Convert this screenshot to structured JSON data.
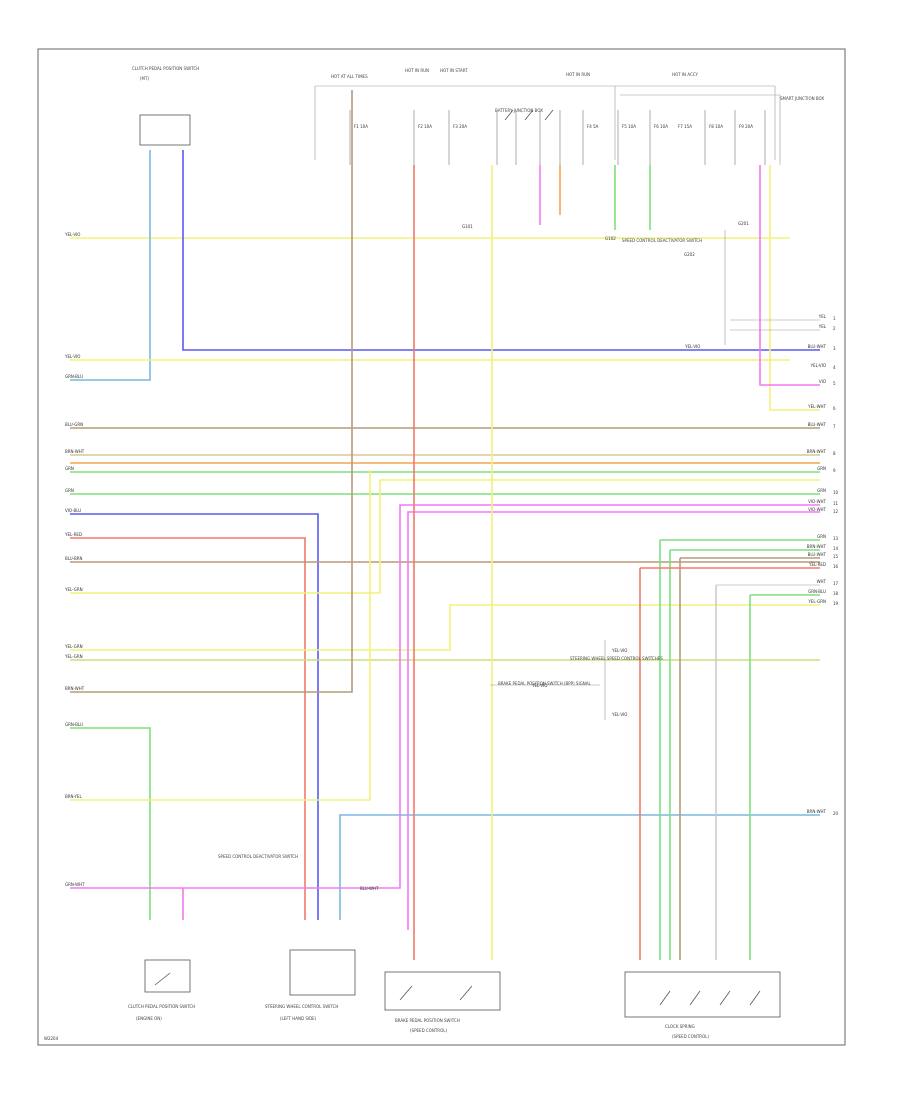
{
  "diagram_code": "W2204",
  "top_labels": [
    {
      "id": "hot-at-all-times",
      "text": "HOT AT ALL TIMES"
    },
    {
      "id": "hot-in-run",
      "text": "HOT IN RUN"
    },
    {
      "id": "hot-in-start",
      "text": "HOT IN START"
    },
    {
      "id": "hot-in-run-2",
      "text": "HOT IN RUN"
    },
    {
      "id": "hot-in-accy",
      "text": "HOT IN ACCY"
    },
    {
      "id": "smart-junction-box",
      "text": "SMART JUNCTION BOX"
    },
    {
      "id": "battery-junction-box",
      "text": "BATTERY JUNCTION BOX"
    }
  ],
  "fuse_labels": [
    "F1 10A",
    "F2 10A",
    "F3 20A",
    "F4 5A",
    "F5 10A",
    "F6 10A",
    "F7 15A",
    "F8 10A",
    "F9 20A"
  ],
  "wire_labels": {
    "left": [
      "YEL-VIO",
      "YEL-VIO",
      "GRN-BLU",
      "BLU-GRN",
      "BRN-WHT",
      "GRN",
      "GRN",
      "VIO-BLU",
      "YEL-RED",
      "BLU-BRN",
      "YEL-GRN",
      "YEL-GRN",
      "YEL-GRN",
      "BRN-WHT",
      "GRN-BLU",
      "BRN-YEL",
      "GRN-WHT"
    ],
    "right": [
      "YEL",
      "YEL",
      "BLU-WHT",
      "YEL-VIO",
      "VIO",
      "YEL-WHT",
      "BLU-WHT",
      "BRN-WHT",
      "GRN",
      "GRN",
      "VIO-WHT",
      "VIO-WHT",
      "GRN",
      "BRN-WHT",
      "BLU-WHT",
      "YEL-RED",
      "WHT",
      "GRN-BLU",
      "YEL-GRN",
      "BRN-WHT"
    ],
    "center": [
      "YEL-VIO",
      "YEL-VIO",
      "YEL-VIO",
      "YEL-VIO",
      "BLU-WHT"
    ]
  },
  "right_pins": [
    "1",
    "2",
    "3",
    "4",
    "5",
    "6",
    "7",
    "8",
    "9",
    "10",
    "11",
    "12",
    "13",
    "14",
    "15",
    "16",
    "17",
    "18",
    "19",
    "20"
  ],
  "components": {
    "top_left_module": {
      "title": "CLUTCH PEDAL POSITION SWITCH",
      "sub": "(MT)"
    },
    "bottom_left": {
      "title": "CLUTCH PEDAL POSITION SWITCH",
      "sub": "(ENGINE ON)"
    },
    "bottom_center_left": {
      "title": "STEERING WHEEL CONTROL SWITCH",
      "sub": "(LEFT HAND SIDE)"
    },
    "bottom_center": {
      "title": "BRAKE PEDAL POSITION SWITCH",
      "sub": "(SPEED CONTROL)"
    },
    "bottom_right": {
      "title": "CLOCK SPRING",
      "sub": "(SPEED CONTROL)"
    },
    "right_top_note": {
      "text": "SPEED CONTROL DEACTIVATOR SWITCH"
    },
    "center_note": {
      "text": "BRAKE PEDAL POSITION SWITCH (BPP) SIGNAL"
    },
    "middle_note": {
      "text": "SPEED CONTROL DEACTIVATOR SWITCH"
    },
    "steering_note": {
      "text": "STEERING WHEEL SPEED CONTROL SWITCHES"
    }
  },
  "ground_labels": [
    "G101",
    "G102",
    "G201",
    "G202"
  ],
  "colors": {
    "yellow": "#f2f27a",
    "blue": "#5a5af2",
    "green": "#7ee07e",
    "red": "#f27a6a",
    "pink": "#f27af2",
    "tan": "#d9c79a",
    "lightblue": "#7ab8e0",
    "brown": "#b89a7a",
    "orange": "#f2a64d",
    "gray": "#aaaaaa",
    "olive": "#c9c96a"
  }
}
